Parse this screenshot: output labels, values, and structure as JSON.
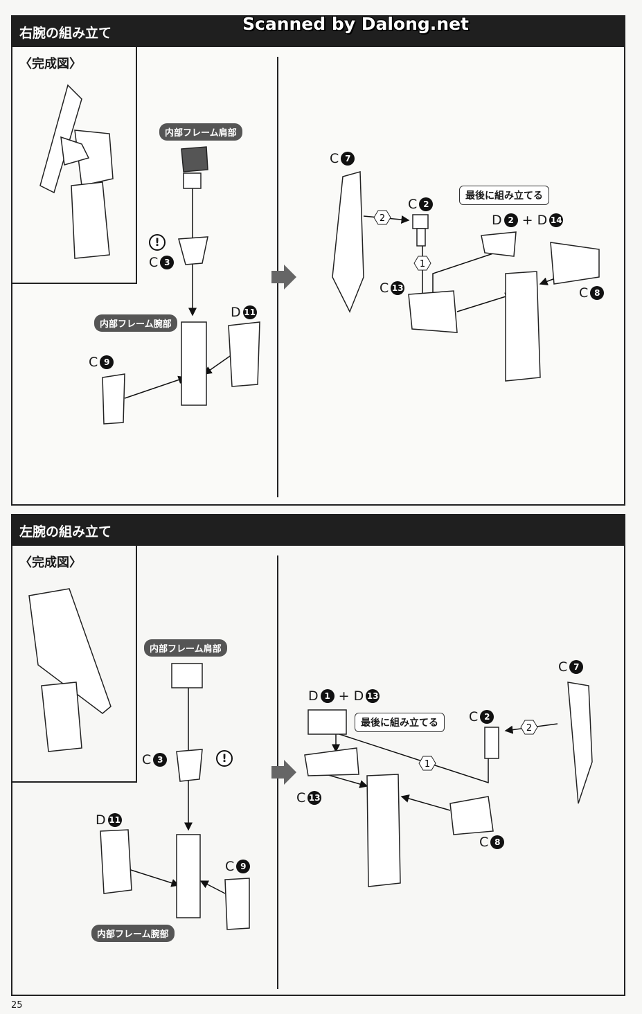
{
  "watermark": "Scanned by Dalong.net",
  "page_number": "25",
  "sections": [
    {
      "title": "右腕の組み立て",
      "completed_label": "〈完成図〉",
      "pill_shoulder": "内部フレーム肩部",
      "pill_arm": "内部フレーム腕部",
      "callout": "最後に組み立てる",
      "parts": {
        "c3": [
          "C",
          "3"
        ],
        "d11": [
          "D",
          "11"
        ],
        "c9": [
          "C",
          "9"
        ],
        "c7": [
          "C",
          "7"
        ],
        "c2": [
          "C",
          "2"
        ],
        "c13": [
          "C",
          "13"
        ],
        "c8": [
          "C",
          "8"
        ],
        "d2": [
          "D",
          "2"
        ],
        "d14": [
          "D",
          "14"
        ]
      },
      "steps": [
        "1",
        "2"
      ],
      "caution": "!"
    },
    {
      "title": "左腕の組み立て",
      "completed_label": "〈完成図〉",
      "pill_shoulder": "内部フレーム肩部",
      "pill_arm": "内部フレーム腕部",
      "callout": "最後に組み立てる",
      "parts": {
        "c3": [
          "C",
          "3"
        ],
        "d11": [
          "D",
          "11"
        ],
        "c9": [
          "C",
          "9"
        ],
        "c7": [
          "C",
          "7"
        ],
        "c2": [
          "C",
          "2"
        ],
        "c13": [
          "C",
          "13"
        ],
        "c8": [
          "C",
          "8"
        ],
        "d1": [
          "D",
          "1"
        ],
        "d13": [
          "D",
          "13"
        ]
      },
      "steps": [
        "1",
        "2"
      ],
      "caution": "!"
    }
  ]
}
